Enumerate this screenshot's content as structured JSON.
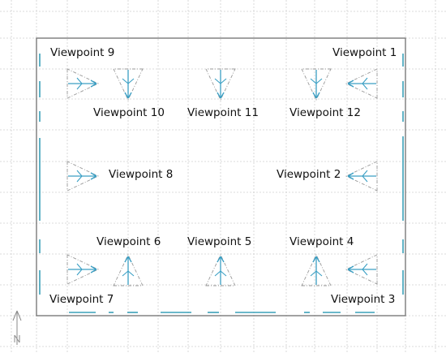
{
  "viewpoints": [
    {
      "id": 1,
      "label": "Viewpoint 1",
      "direction": "left"
    },
    {
      "id": 2,
      "label": "Viewpoint 2",
      "direction": "left"
    },
    {
      "id": 3,
      "label": "Viewpoint 3",
      "direction": "left"
    },
    {
      "id": 4,
      "label": "Viewpoint 4",
      "direction": "up"
    },
    {
      "id": 5,
      "label": "Viewpoint 5",
      "direction": "up"
    },
    {
      "id": 6,
      "label": "Viewpoint 6",
      "direction": "up"
    },
    {
      "id": 7,
      "label": "Viewpoint 7",
      "direction": "right"
    },
    {
      "id": 8,
      "label": "Viewpoint 8",
      "direction": "right"
    },
    {
      "id": 9,
      "label": "Viewpoint 9",
      "direction": "right"
    },
    {
      "id": 10,
      "label": "Viewpoint 10",
      "direction": "down"
    },
    {
      "id": 11,
      "label": "Viewpoint 11",
      "direction": "down"
    },
    {
      "id": 12,
      "label": "Viewpoint 12",
      "direction": "down"
    }
  ],
  "colors": {
    "grid": "#cfcfcf",
    "wall": "#7a7a7a",
    "window": "#3aa0b8",
    "arrow": "#3a9fc4",
    "fov": "#999999",
    "text": "#111111"
  },
  "icons": {
    "north": "north-arrow-icon"
  }
}
